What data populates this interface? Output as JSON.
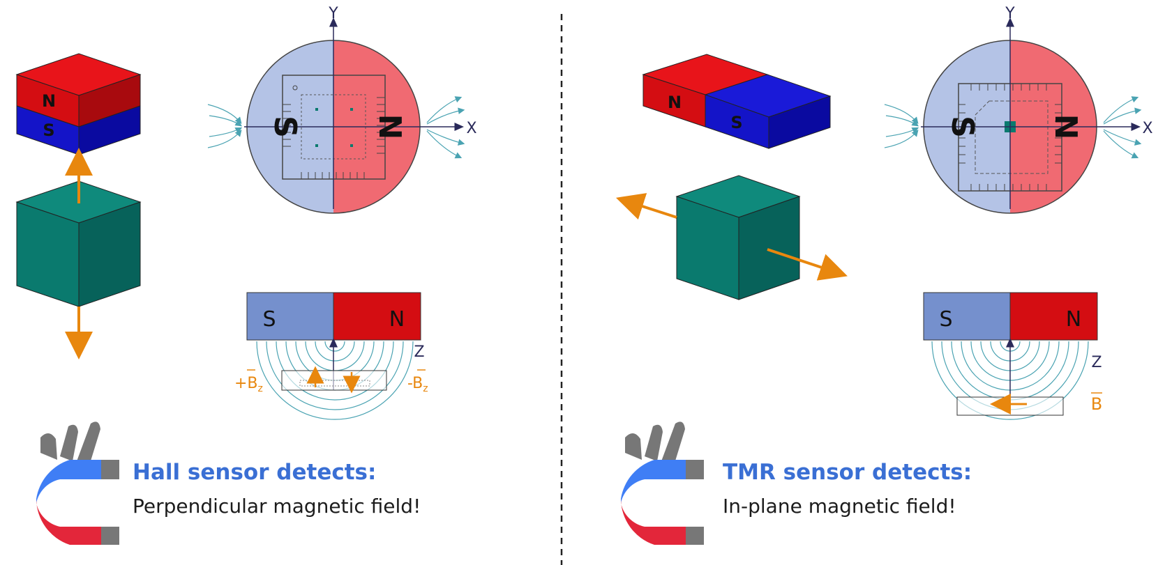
{
  "left_panel": {
    "cube_magnet": {
      "north": "N",
      "south": "S"
    },
    "chip_view": {
      "south": "S",
      "north": "N",
      "axis_y": "Y",
      "axis_x": "X"
    },
    "side_view": {
      "south": "S",
      "north": "N",
      "axis_z": "Z",
      "plus_field": "+B",
      "minus_field": "-B",
      "subscript": "z"
    },
    "caption": {
      "title": "Hall sensor detects:",
      "body": "Perpendicular magnetic field!"
    }
  },
  "right_panel": {
    "bar_magnet": {
      "north": "N",
      "south": "S"
    },
    "chip_view": {
      "south": "S",
      "north": "N",
      "axis_y": "Y",
      "axis_x": "X"
    },
    "side_view": {
      "south": "S",
      "north": "N",
      "axis_z": "Z",
      "field": "B"
    },
    "caption": {
      "title": "TMR sensor detects:",
      "body": "In-plane magnetic field!"
    }
  },
  "colors": {
    "north_red": "#d40d12",
    "south_blue": "#1414c8",
    "sensor_teal": "#0a7a6e",
    "arrow_orange": "#e8870e",
    "field_line": "#4aa3b2",
    "caption_blue": "#3a6fd4"
  }
}
